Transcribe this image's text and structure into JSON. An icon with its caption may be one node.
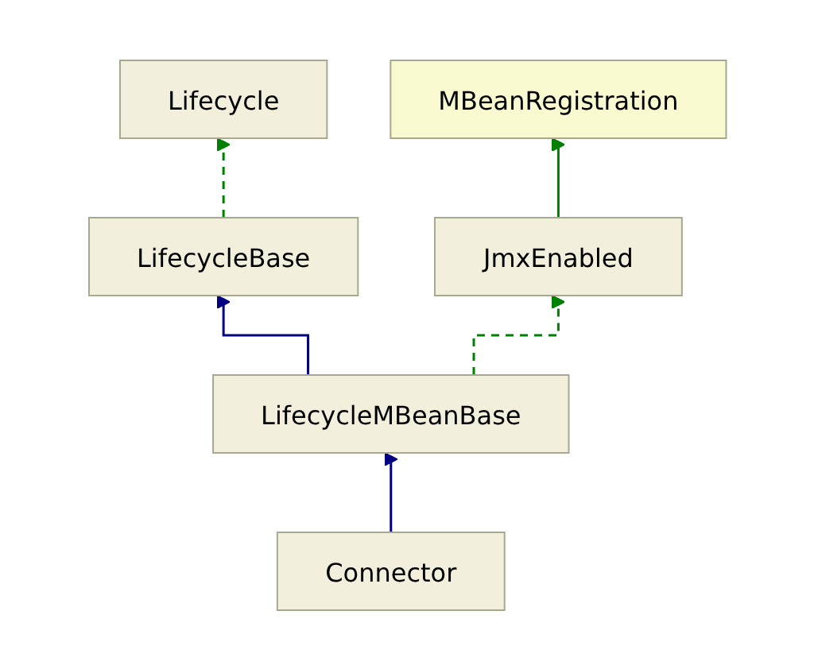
{
  "diagram": {
    "nodes": [
      {
        "text": [
          "Lifecycle"
        ]
      },
      {
        "text": [
          "MBeanRegistration"
        ]
      },
      {
        "text": [
          "LifecycleBase"
        ]
      },
      {
        "text": [
          "JmxEnabled"
        ]
      },
      {
        "text": [
          "LifecycleMBeanBase"
        ]
      },
      {
        "text": [
          "Connector"
        ]
      }
    ],
    "edges": [
      {
        "from": 2,
        "to": 0,
        "arrow": "to",
        "style": "dashed"
      },
      {
        "from": 3,
        "to": 1,
        "arrow": "to"
      },
      {
        "from": 4,
        "to": 2,
        "arrow": "to",
        "color": "#000080"
      },
      {
        "from": 4,
        "to": 3,
        "arrow": "to",
        "style": "dashed"
      },
      {
        "from": 5,
        "to": 4,
        "arrow": "to",
        "color": "#000080"
      }
    ]
  }
}
